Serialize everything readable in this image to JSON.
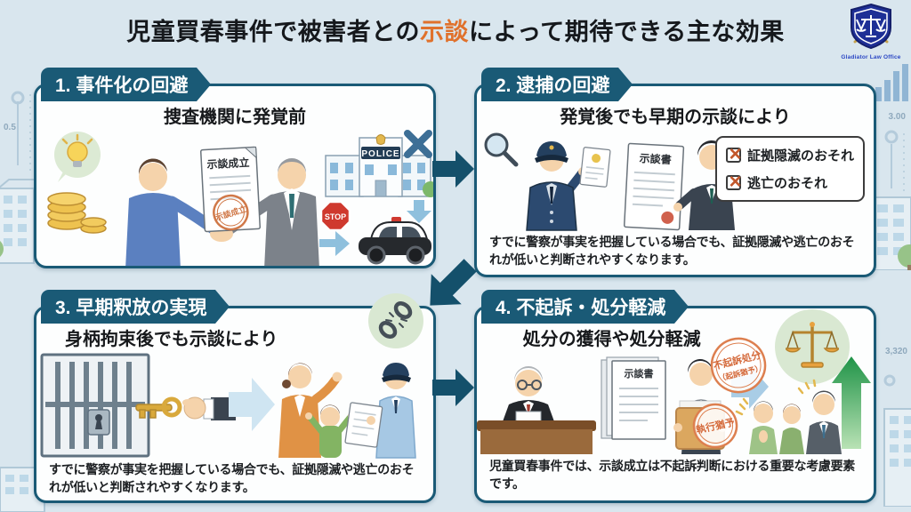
{
  "title": {
    "prefix": "児童買春事件で被害者との",
    "highlight": "示談",
    "suffix": "によって期待できる主な効果"
  },
  "logo": {
    "label": "Gladiator Law Office"
  },
  "panels": [
    {
      "header": "1. 事件化の回避",
      "subtitle": "捜査機関に発覚前",
      "document": {
        "title": "示談成立",
        "stamp": "示談成立"
      },
      "police_sign": "POLICE",
      "stop_sign": "STOP"
    },
    {
      "header": "2. 逮捕の回避",
      "subtitle": "発覚後でも早期の示談により",
      "document": {
        "title": "示談書"
      },
      "checklist": [
        {
          "label": "証拠隠滅のおそれ"
        },
        {
          "label": "逃亡のおそれ"
        }
      ],
      "note": "すでに警察が事実を把握している場合でも、証拠隠滅や逃亡のおそれが低いと判断されやすくなります。"
    },
    {
      "header": "3. 早期釈放の実現",
      "subtitle": "身柄拘束後でも示談により",
      "note": "すでに警察が事実を把握している場合でも、証拠隠滅や逃亡のおそれが低いと判断されやすくなります。"
    },
    {
      "header": "4. 不起訴・処分軽減",
      "subtitle": "処分の獲得や処分軽減",
      "document": {
        "title": "示談書"
      },
      "stamps": [
        {
          "line1": "不起訴処分",
          "line2": "（起訴猶予）"
        },
        {
          "line1": "執行猶予",
          "line2": ""
        }
      ],
      "note": "児童買春事件では、示談成立は不起訴判断における重要な考慮要素です。"
    }
  ],
  "background": {
    "labels": {
      "left_top": "0.5",
      "right_top": "3.00",
      "right_bottom": "3,320"
    }
  },
  "colors": {
    "teal": "#1a5a76",
    "orange": "#e0712c",
    "stamp": "#d4693a",
    "page_bg": "#d9e6ee",
    "panel_bg": "#fdfefe",
    "green_arrow": "#2f9e4f"
  }
}
